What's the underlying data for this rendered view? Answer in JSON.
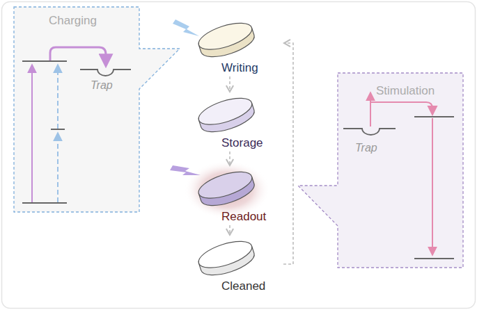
{
  "diagram": {
    "nodes": [
      {
        "text": [
          "Charging",
          "Trap"
        ]
      },
      {
        "text": [
          "Writing"
        ]
      },
      {
        "text": [
          "Storage"
        ]
      },
      {
        "text": [
          "Readout"
        ]
      },
      {
        "text": [
          "Cleaned"
        ]
      },
      {
        "text": [
          "Stimulation",
          "Trap"
        ]
      }
    ],
    "edges": [
      {
        "from": 1,
        "to": 2,
        "arrow": "to"
      },
      {
        "from": 2,
        "to": 3,
        "arrow": "to"
      },
      {
        "from": 3,
        "to": 4,
        "arrow": "to"
      },
      {
        "from": 4,
        "to": 1,
        "arrow": "to"
      }
    ]
  }
}
